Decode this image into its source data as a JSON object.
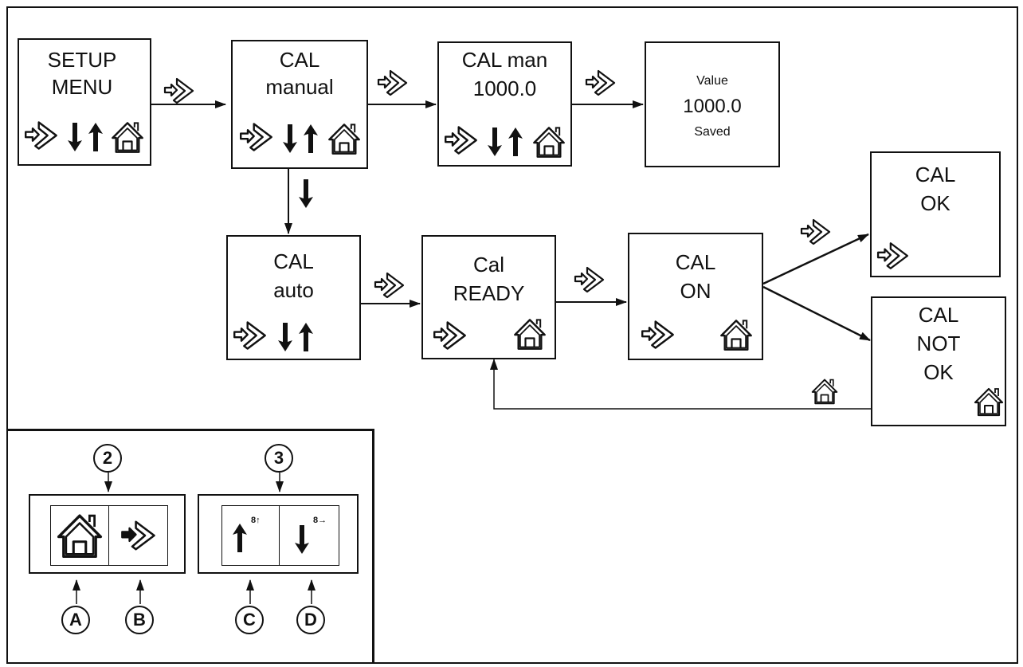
{
  "nodes": {
    "setup_menu": [
      "SETUP",
      "MENU"
    ],
    "cal_manual": [
      "CAL",
      "manual"
    ],
    "cal_man": [
      "CAL man",
      "1000.0"
    ],
    "value_saved": [
      "Value",
      "1000.0",
      "Saved"
    ],
    "cal_auto": [
      "CAL",
      "auto"
    ],
    "cal_ready": [
      "Cal",
      "READY"
    ],
    "cal_on": [
      "CAL",
      "ON"
    ],
    "cal_ok": [
      "CAL",
      "OK"
    ],
    "cal_not_ok": [
      "CAL",
      "NOT",
      "OK"
    ]
  },
  "legend": {
    "group_2": "2",
    "group_3": "3",
    "label_a": "A",
    "label_b": "B",
    "label_c": "C",
    "label_d": "D",
    "sup_c": "8↑",
    "sup_d": "8→"
  },
  "icons": [
    "enter-icon",
    "home-icon",
    "arrow-up-icon",
    "arrow-down-icon"
  ]
}
